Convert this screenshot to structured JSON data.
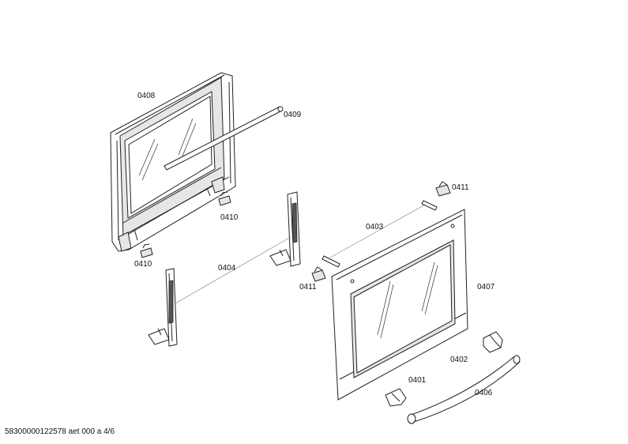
{
  "labels": {
    "p0408": "0408",
    "p0409": "0409",
    "p0410a": "0410",
    "p0410b": "0410",
    "p0404": "0404",
    "p0411a": "0411",
    "p0411b": "0411",
    "p0403": "0403",
    "p0407": "0407",
    "p0402": "0402",
    "p0401": "0401",
    "p0406": "0406"
  },
  "footer": "58300000122578 aet 000 a 4/6"
}
